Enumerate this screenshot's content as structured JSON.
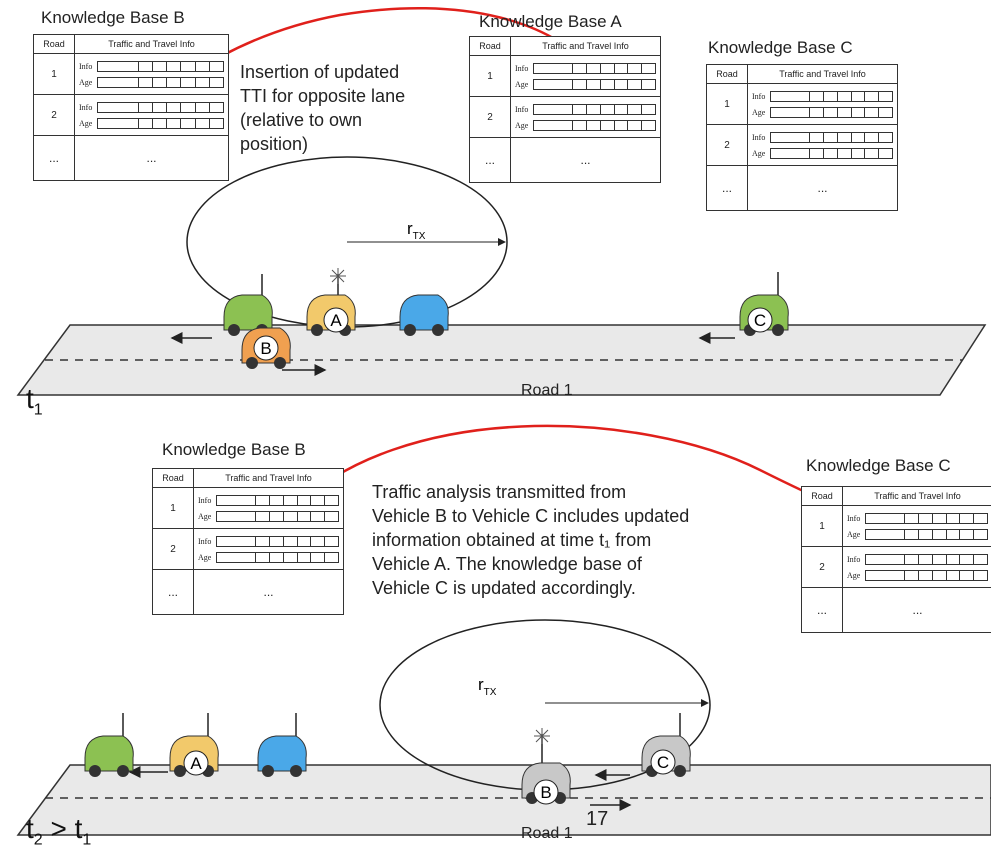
{
  "panel_t1": {
    "time_label": "t",
    "time_sub": "1",
    "road_label": "Road 1",
    "radius_label": "r",
    "radius_sub": "TX",
    "caption_lines": [
      "Insertion of updated",
      "TTI for opposite lane",
      "(relative to own",
      "position)"
    ],
    "vehicle_labels": [
      "A",
      "B",
      "C"
    ]
  },
  "panel_t2": {
    "time_label": "t",
    "time_sub": "2",
    "time_cmp": " > t",
    "time_cmp_sub": "1",
    "road_label": "Road 1",
    "page_number": "17",
    "radius_label": "r",
    "radius_sub": "TX",
    "caption_lines": [
      "Traffic analysis transmitted from",
      "Vehicle B to Vehicle C includes updated",
      "information obtained at time t₁ from",
      "Vehicle A. The knowledge base of",
      "Vehicle C is updated accordingly."
    ],
    "vehicle_labels": [
      "A",
      "B",
      "C"
    ]
  },
  "knowledge_base": {
    "col_road": "Road",
    "col_info": "Traffic and Travel Info",
    "row_info": "Info",
    "row_age": "Age",
    "roads": [
      "1",
      "2"
    ],
    "more": "...",
    "more_info": "..."
  },
  "kb_titles": {
    "b_top": "Knowledge Base B",
    "a_top": "Knowledge Base A",
    "c_top": "Knowledge Base C",
    "b_bottom": "Knowledge Base B",
    "c_bottom": "Knowledge Base C"
  },
  "colors": {
    "arrow": "#e0201b",
    "road_fill": "#e9e9e9",
    "car_green": "#8cc152",
    "car_yellow": "#f2c96b",
    "car_blue": "#4aa8e8",
    "car_orange": "#f0a050",
    "car_grey": "#c8c8c8"
  }
}
